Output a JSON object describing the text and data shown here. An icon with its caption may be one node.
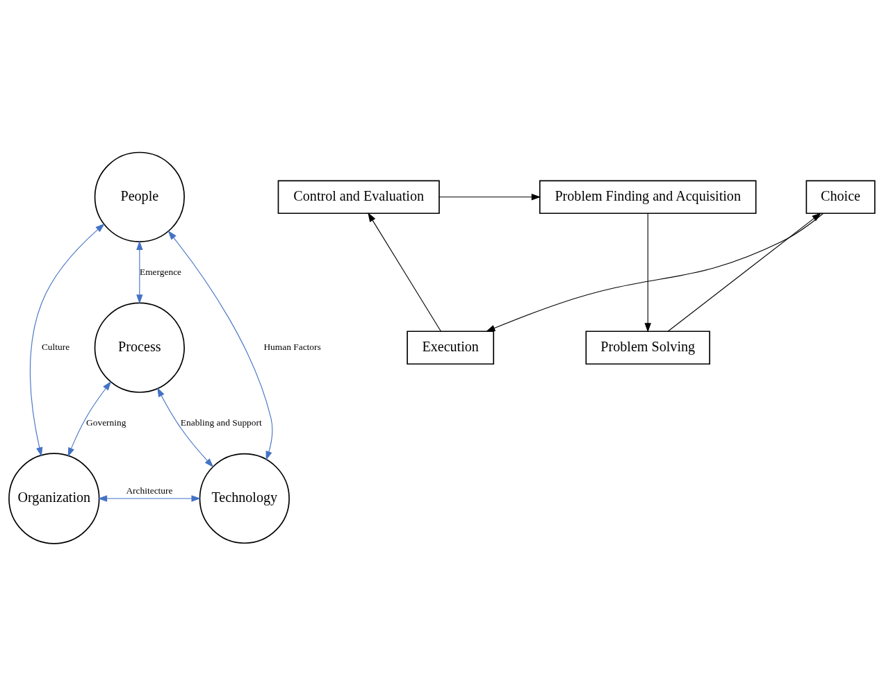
{
  "diagram": {
    "nodes": [
      {
        "text": [
          "People"
        ]
      },
      {
        "text": [
          "Process"
        ]
      },
      {
        "text": [
          "Organization"
        ]
      },
      {
        "text": [
          "Technology"
        ]
      },
      {
        "text": [
          "Control and Evaluation"
        ]
      },
      {
        "text": [
          "Problem Finding and Acquisition"
        ]
      },
      {
        "text": [
          "Problem Solving"
        ]
      },
      {
        "text": [
          "Choice"
        ]
      },
      {
        "text": [
          "Execution"
        ]
      }
    ],
    "edges": [
      {
        "from": 0,
        "to": 2,
        "arrow": "both",
        "label": "Culture"
      },
      {
        "from": 0,
        "to": 1,
        "arrow": "both",
        "label": "Emergence"
      },
      {
        "from": 0,
        "to": 3,
        "arrow": "both",
        "label": "Human Factors"
      },
      {
        "from": 1,
        "to": 2,
        "arrow": "both",
        "label": "Governing"
      },
      {
        "from": 1,
        "to": 3,
        "arrow": "both",
        "label": "Enabling and Support"
      },
      {
        "from": 2,
        "to": 3,
        "arrow": "both",
        "label": "Architecture"
      },
      {
        "from": 4,
        "to": 5,
        "arrow": "to",
        "color": "#000000"
      },
      {
        "from": 5,
        "to": 6,
        "arrow": "to",
        "color": "#000000"
      },
      {
        "from": 6,
        "to": 7,
        "arrow": "to",
        "color": "#000000"
      },
      {
        "from": 7,
        "to": 8,
        "arrow": "to",
        "color": "#000000"
      },
      {
        "from": 8,
        "to": 4,
        "arrow": "to",
        "color": "#000000"
      }
    ]
  }
}
